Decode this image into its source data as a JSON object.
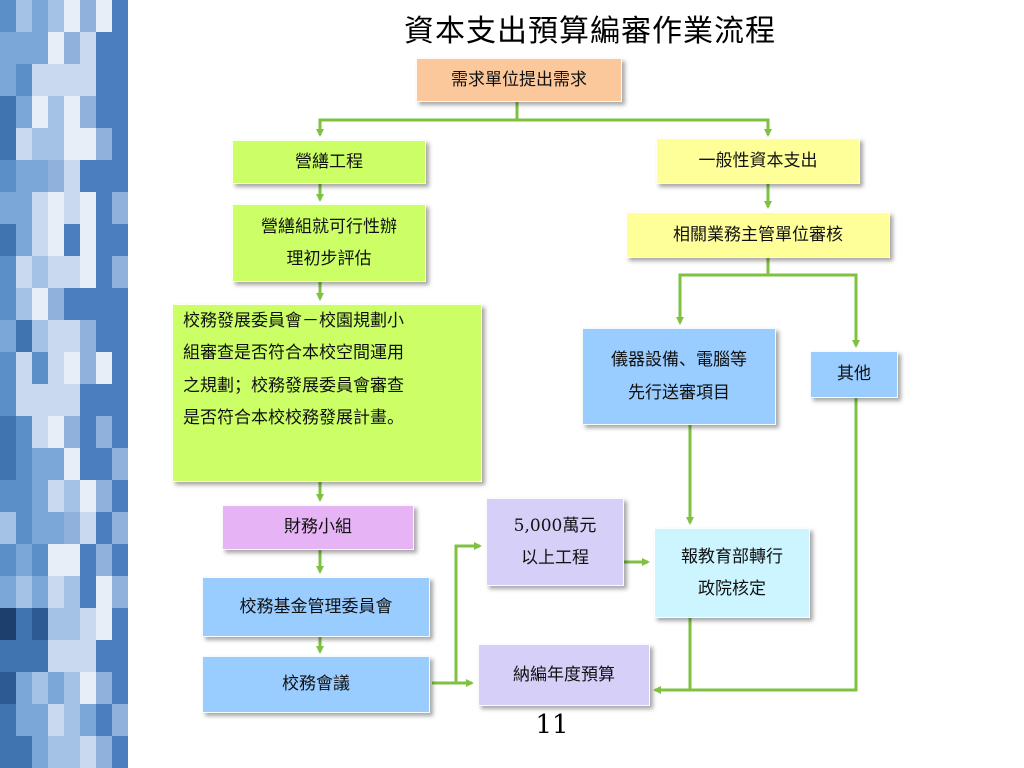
{
  "title": "資本支出預算編審作業流程",
  "page_number": "11",
  "colors": {
    "orange": "#fbc89c",
    "green": "#ccff66",
    "yellow": "#ffff99",
    "violet": "#e6b3f5",
    "blue": "#99ccff",
    "lavender": "#d6cff7",
    "cyan": "#ccf5ff",
    "connector": "#7fc241"
  },
  "nodes": {
    "request": "需求單位提出需求",
    "construction": "營繕工程",
    "general_capital": "一般性資本支出",
    "feasibility_1": "營繕組就可行性辦",
    "feasibility_2": "理初步評估",
    "supervisor_review": "相關業務主管單位審核",
    "committee_1": "校務發展委員會－校園規劃小",
    "committee_2": "組審查是否符合本校空間運用",
    "committee_3": "之規劃；校務發展委員會審查",
    "committee_4": "是否符合本校校務發展計畫。",
    "equipment_1": "儀器設備、電腦等",
    "equipment_2": "先行送審項目",
    "other": "其他",
    "finance_group": "財務小組",
    "over_50m_1": "5,000萬元",
    "over_50m_2": "以上工程",
    "report_moe_1": "報教育部轉行",
    "report_moe_2": "政院核定",
    "fund_committee": "校務基金管理委員會",
    "school_meeting": "校務會議",
    "annual_budget": "納編年度預算"
  }
}
